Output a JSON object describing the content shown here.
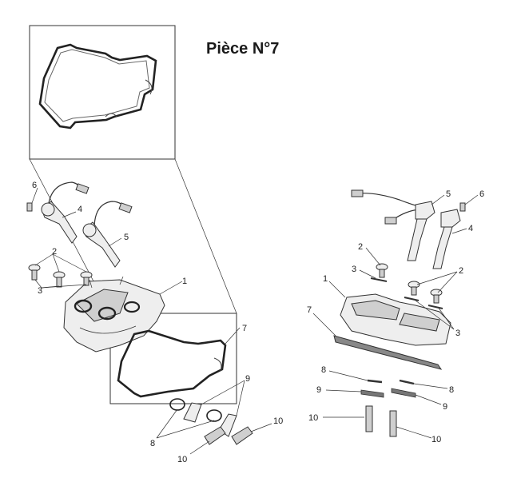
{
  "title": "Pièce N°7",
  "labels": {
    "left": {
      "p1": "1",
      "p2": "2",
      "p3": "3",
      "p4": "4",
      "p5": "5",
      "p6": "6",
      "p7": "7",
      "p8": "8",
      "p9": "9",
      "p10a": "10",
      "p10b": "10"
    },
    "right": {
      "p1": "1",
      "p2a": "2",
      "p2b": "2",
      "p3a": "3",
      "p3b": "3",
      "p4": "4",
      "p5": "5",
      "p6": "6",
      "p7": "7",
      "p8a": "8",
      "p8b": "8",
      "p9a": "9",
      "p9b": "9",
      "p10a": "10",
      "p10b": "10"
    }
  }
}
